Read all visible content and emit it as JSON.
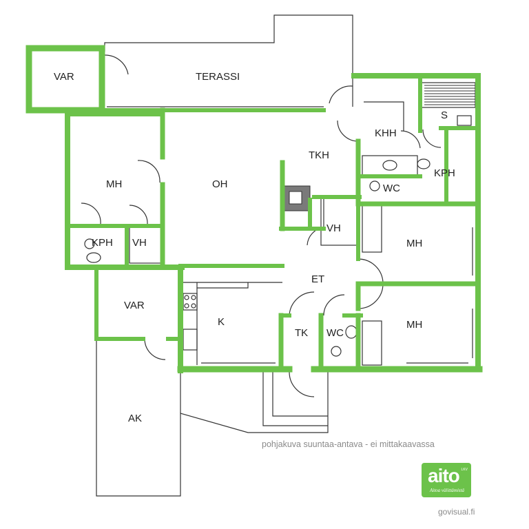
{
  "rooms": {
    "var_top": "VAR",
    "terassi": "TERASSI",
    "mh_left": "MH",
    "oh": "OH",
    "tkh": "TKH",
    "khh": "KHH",
    "s": "S",
    "kph_right": "KPH",
    "wc_right": "WC",
    "vh_center": "VH",
    "kph_left": "KPH",
    "vh_left": "VH",
    "mh_right_top": "MH",
    "et": "ET",
    "var_bottom": "VAR",
    "k": "K",
    "tk": "TK",
    "wc_bottom": "WC",
    "mh_right_bottom": "MH",
    "ak": "AK"
  },
  "caption": "pohjakuva suuntaa-antava - ei mittakaavassa",
  "credit": "govisual.fi",
  "logo": {
    "word": "aito",
    "registered": "LKV",
    "tagline": "Aitoa välittämistä"
  },
  "colors": {
    "wall": "#6cc24a",
    "line": "#333333",
    "accent": "#6cc24a"
  }
}
